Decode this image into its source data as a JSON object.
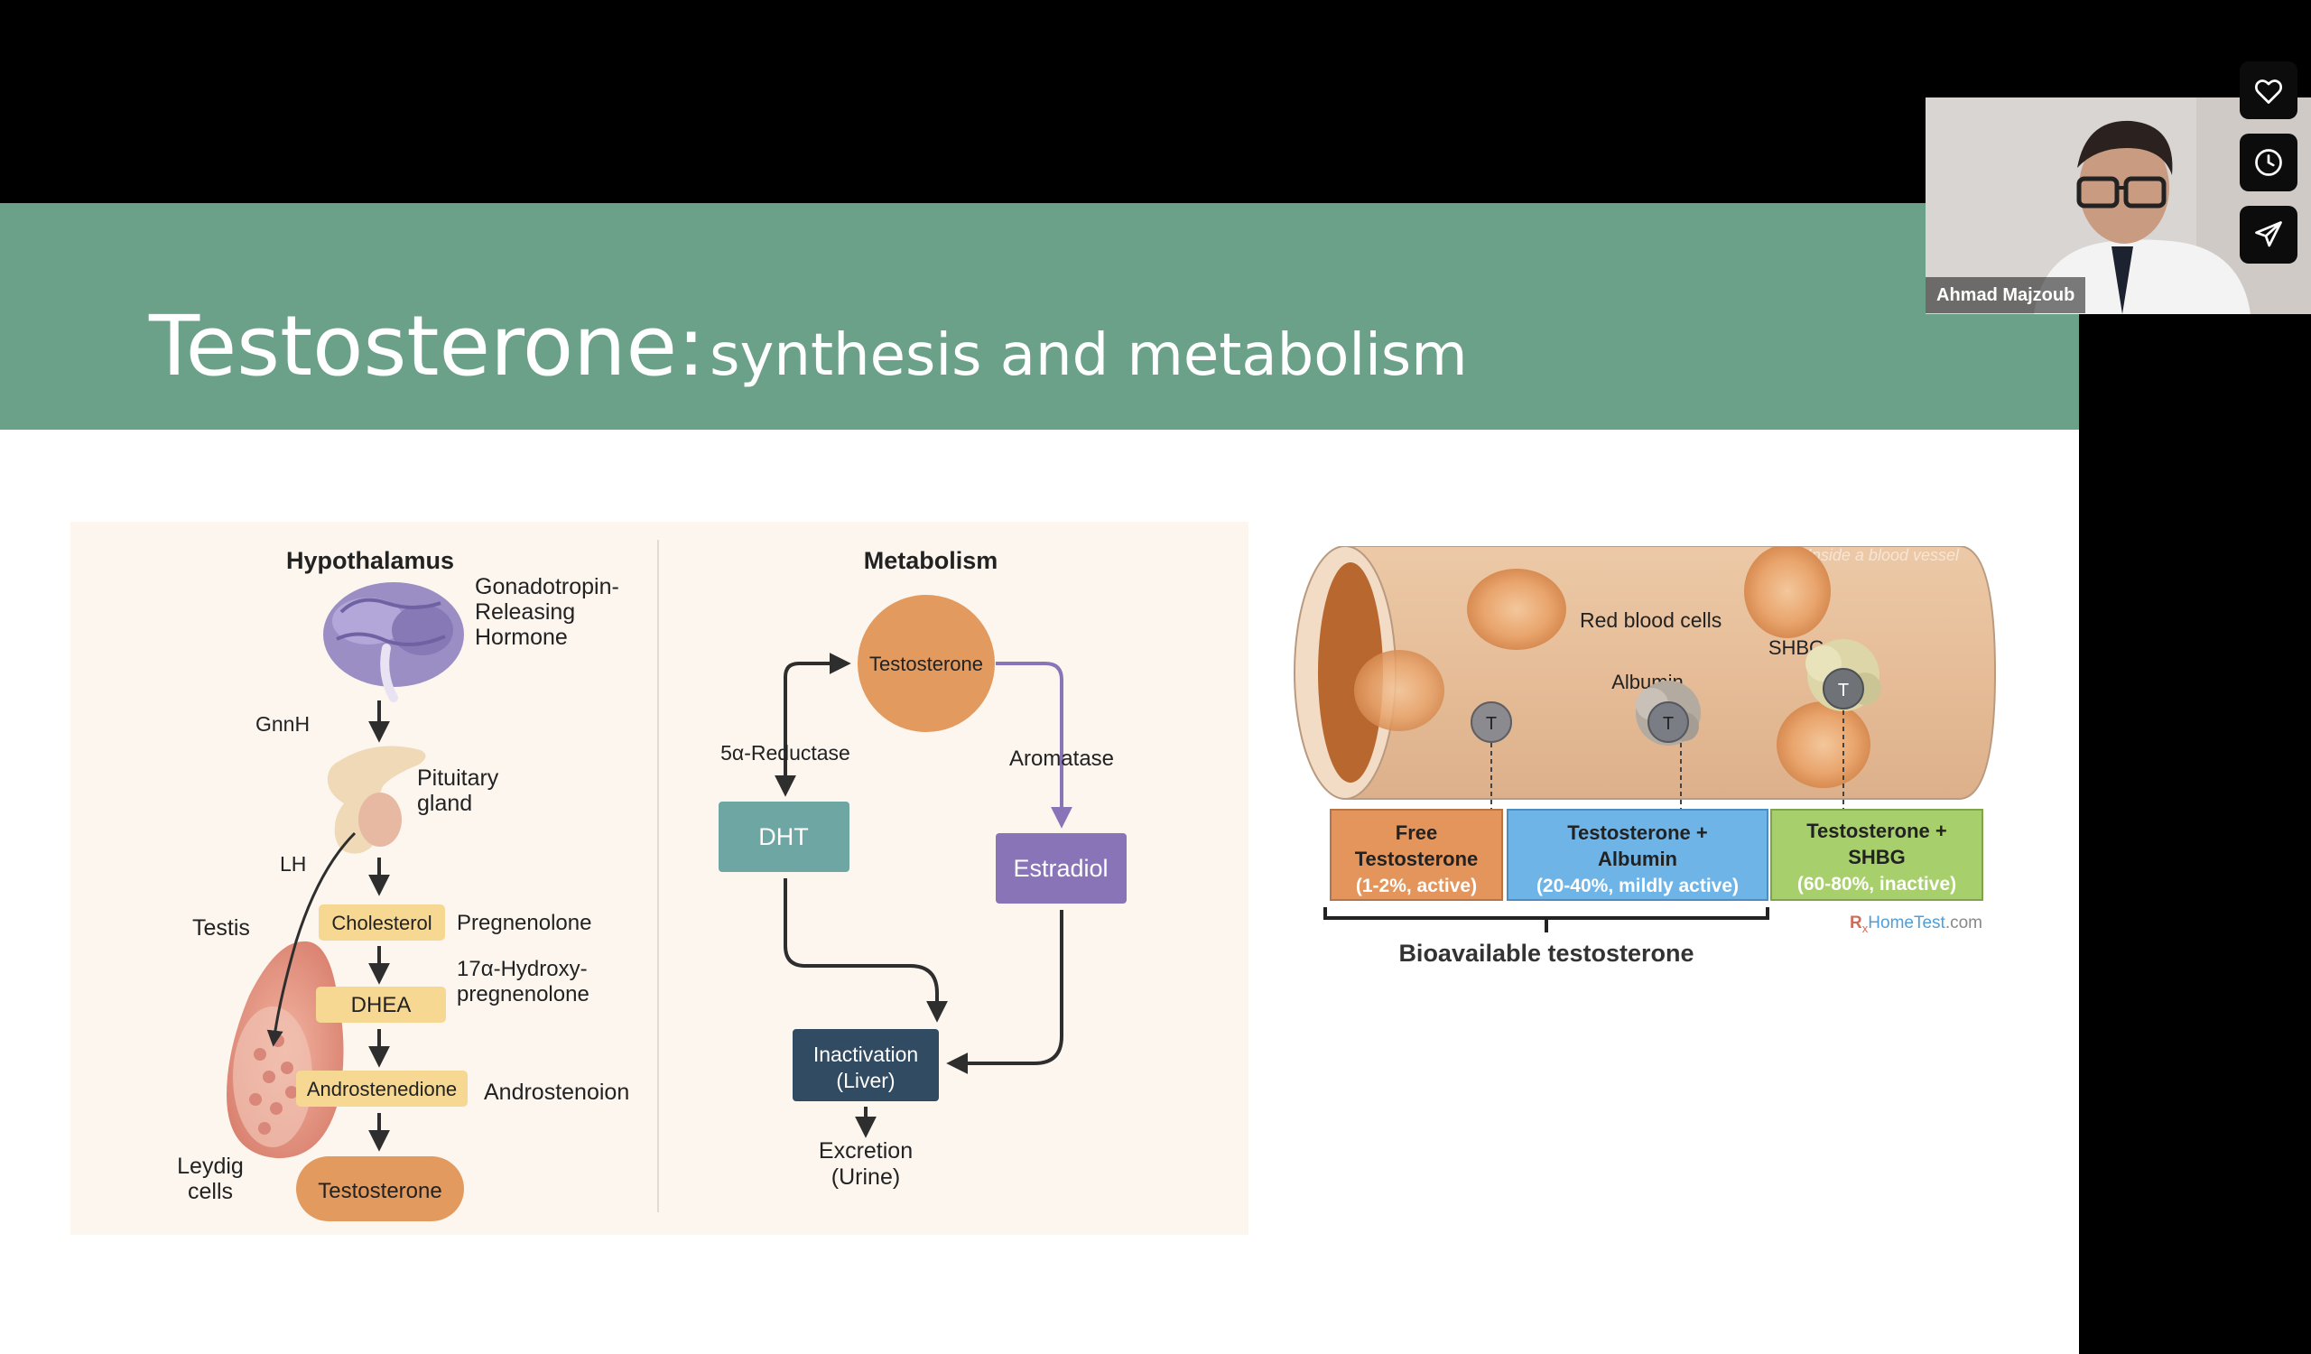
{
  "slide": {
    "title_main": "Testosterone:",
    "title_sub": "synthesis and metabolism"
  },
  "synthesis": {
    "heading": "Hypothalamus",
    "gnrh_label_1": "Gonadotropin-",
    "gnrh_label_2": "Releasing",
    "gnrh_label_3": "Hormone",
    "gnnh": "GnnH",
    "pituitary_1": "Pituitary",
    "pituitary_2": "gland",
    "lh": "LH",
    "testis": "Testis",
    "leydig_1": "Leydig",
    "leydig_2": "cells",
    "steps": [
      "Cholesterol",
      "DHEA",
      "Androstenedione",
      "Testosterone"
    ],
    "pregnenolone": "Pregnenolone",
    "hydroxy_1": "17α-Hydroxy-",
    "hydroxy_2": "pregnenolone",
    "androstenoion": "Androstenoion"
  },
  "metabolism": {
    "heading": "Metabolism",
    "testosterone": "Testosterone",
    "reductase": "5α-Reductase",
    "aromatase": "Aromatase",
    "dht": "DHT",
    "estradiol": "Estradiol",
    "inactivation_1": "Inactivation",
    "inactivation_2": "(Liver)",
    "excretion_1": "Excretion",
    "excretion_2": "(Urine)"
  },
  "vessel": {
    "caption": "Inside a blood vessel",
    "rbc": "Red blood cells",
    "albumin": "Albumin",
    "shbg": "SHBG",
    "t": "T",
    "free": {
      "l1": "Free",
      "l2": "Testosterone",
      "l3": "(1-2%, active)",
      "color": "#e3955c"
    },
    "alb": {
      "l1": "Testosterone +",
      "l2": "Albumin",
      "l3": "(20-40%, mildly active)",
      "color": "#6fb4e6"
    },
    "sh": {
      "l1": "Testosterone +",
      "l2": "SHBG",
      "l3": "(60-80%, inactive)",
      "color": "#a7d06c"
    },
    "bioavailable": "Bioavailable testosterone",
    "watermark_r": "R",
    "watermark_x": "x",
    "watermark_home": "HomeTest",
    "watermark_com": ".com"
  },
  "webcam": {
    "name": "Ahmad Majzoub"
  },
  "side_buttons": [
    "heart-icon",
    "clock-icon",
    "send-icon"
  ]
}
